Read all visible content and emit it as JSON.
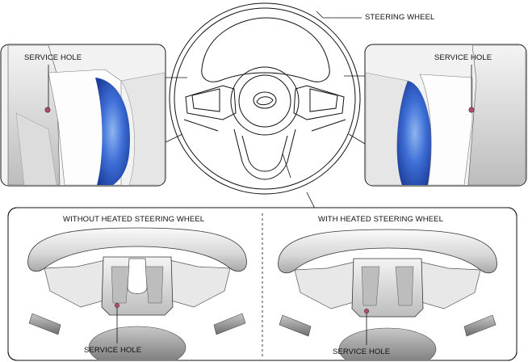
{
  "labels": {
    "steering_wheel": "STEERING WHEEL",
    "service_hole_left": "SERVICE HOLE",
    "service_hole_right": "SERVICE HOLE",
    "without_heated": "WITHOUT HEATED STEERING WHEEL",
    "with_heated": "WITH HEATED STEERING WHEEL",
    "service_hole_bottom_left": "SERVICE HOLE",
    "service_hole_bottom_right": "SERVICE HOLE"
  },
  "colors": {
    "line": "#111111",
    "blue": "#2b5fc9",
    "grey": "#d9d9d9"
  }
}
